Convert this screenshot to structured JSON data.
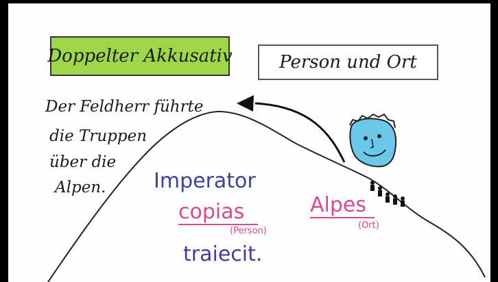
{
  "boxes": {
    "left_title": "Doppelter Akkusativ",
    "right_title": "Person und Ort"
  },
  "german_sentence": [
    "Der Feldherr führte",
    "die Truppen",
    "über die",
    "Alpen."
  ],
  "latin": {
    "word1": "Imperator",
    "word2": "copias",
    "word2_note": "(Person)",
    "word3": "Alpes",
    "word3_note": "(Ort)",
    "word4": "traiecit."
  },
  "colors": {
    "green_box": "#9ed84a",
    "latin_blue": "#3f3f9e",
    "latin_pink": "#d94a8e",
    "face_fill": "#6cc8e8"
  },
  "icons": [
    "mountain-outline",
    "curved-arrow-icon",
    "general-face-icon",
    "marching-troops-icon"
  ]
}
